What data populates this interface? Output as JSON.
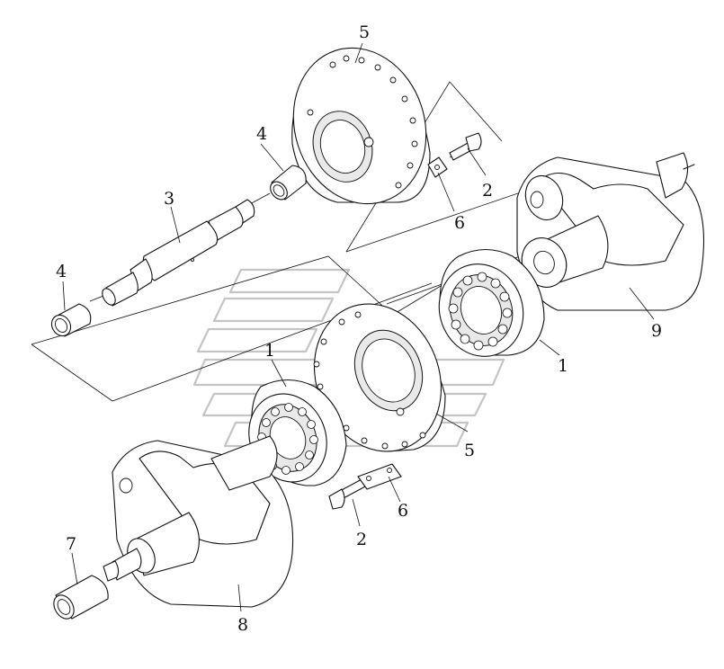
{
  "callouts": {
    "bearing_right": "1",
    "bearing_left": "1",
    "bolt_top": "2",
    "bolt_bottom": "2",
    "shaft": "3",
    "bushing_top": "4",
    "bushing_left": "4",
    "housing_top": "5",
    "housing_bottom": "5",
    "washer_top": "6",
    "washer_bottom": "6",
    "sleeve": "7",
    "crank_bottom": "8",
    "crank_top": "9"
  }
}
